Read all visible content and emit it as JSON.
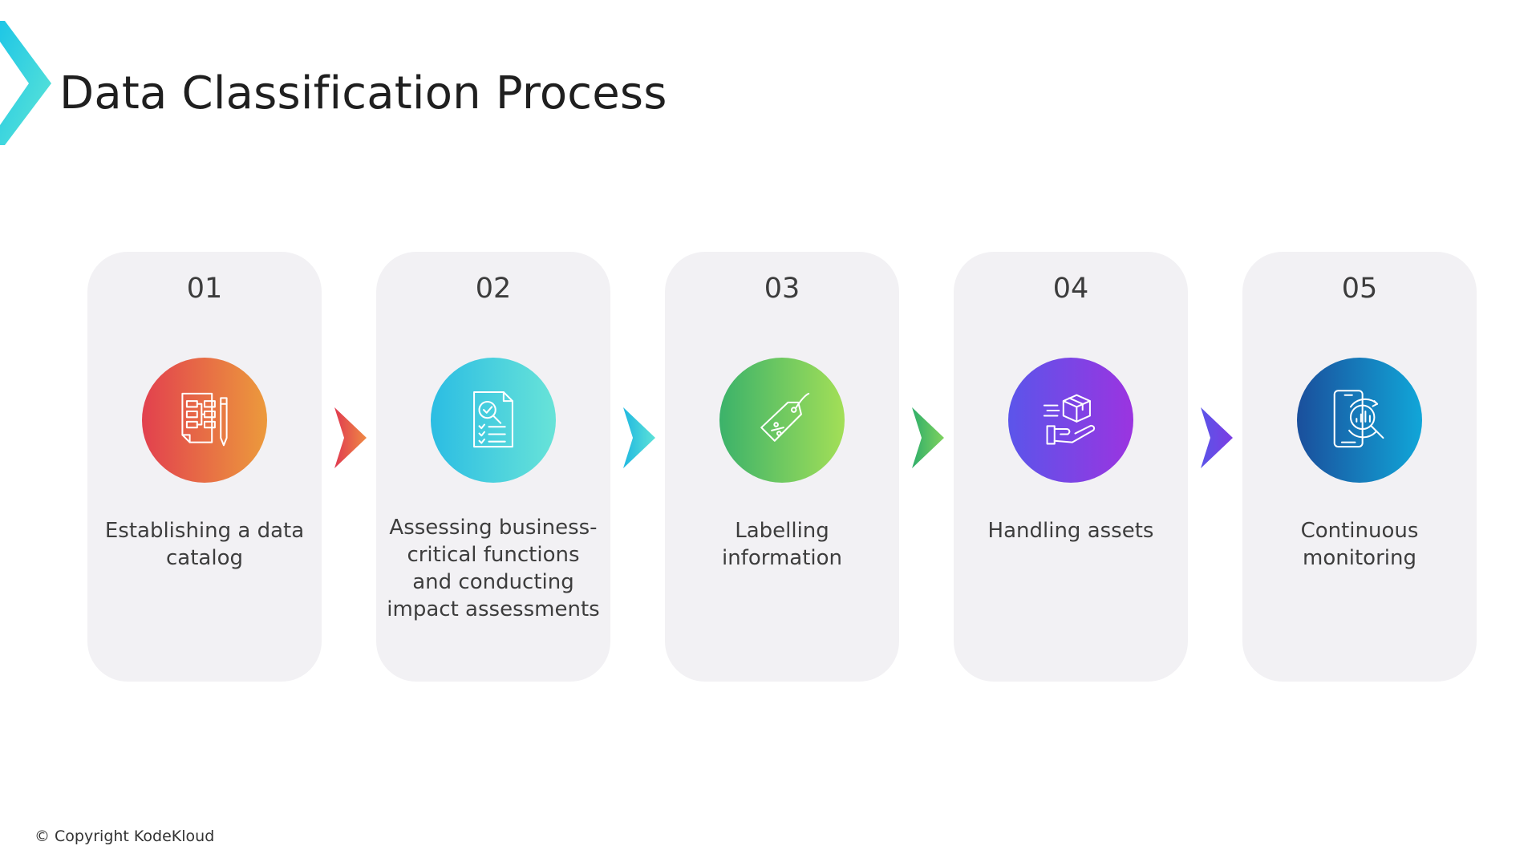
{
  "slide": {
    "title": "Data Classification Process",
    "footer": "© Copyright KodeKloud"
  },
  "colors": {
    "accent_start": "#2fd3e8",
    "accent_end": "#20c4d8",
    "card_background": "#f2f1f4",
    "text": "#3d3d3d"
  },
  "steps": [
    {
      "number": "01",
      "label": "Establishing a data catalog",
      "icon": "data-catalog-icon",
      "color_start": "#e2404e",
      "color_end": "#ec9a3c"
    },
    {
      "number": "02",
      "label": "Assessing business-critical functions and conducting impact assessments",
      "icon": "document-magnifier-icon",
      "color_start": "#2bbde3",
      "color_end": "#68e3d8"
    },
    {
      "number": "03",
      "label": "Labelling information",
      "icon": "price-tag-icon",
      "color_start": "#3bb26a",
      "color_end": "#a3df57"
    },
    {
      "number": "04",
      "label": "Handling assets",
      "icon": "hand-package-icon",
      "color_start": "#5b55ea",
      "color_end": "#9b34e0"
    },
    {
      "number": "05",
      "label": "Continuous monitoring",
      "icon": "phone-analytics-icon",
      "color_start": "#1a4f9c",
      "color_end": "#11a6d8"
    }
  ],
  "arrows": [
    {
      "color_start": "#e03a50",
      "color_end": "#ef8a44"
    },
    {
      "color_start": "#20b8e0",
      "color_end": "#5ee2d8"
    },
    {
      "color_start": "#2fae6a",
      "color_end": "#7fd25e"
    },
    {
      "color_start": "#5a54e8",
      "color_end": "#7c3de3"
    }
  ]
}
